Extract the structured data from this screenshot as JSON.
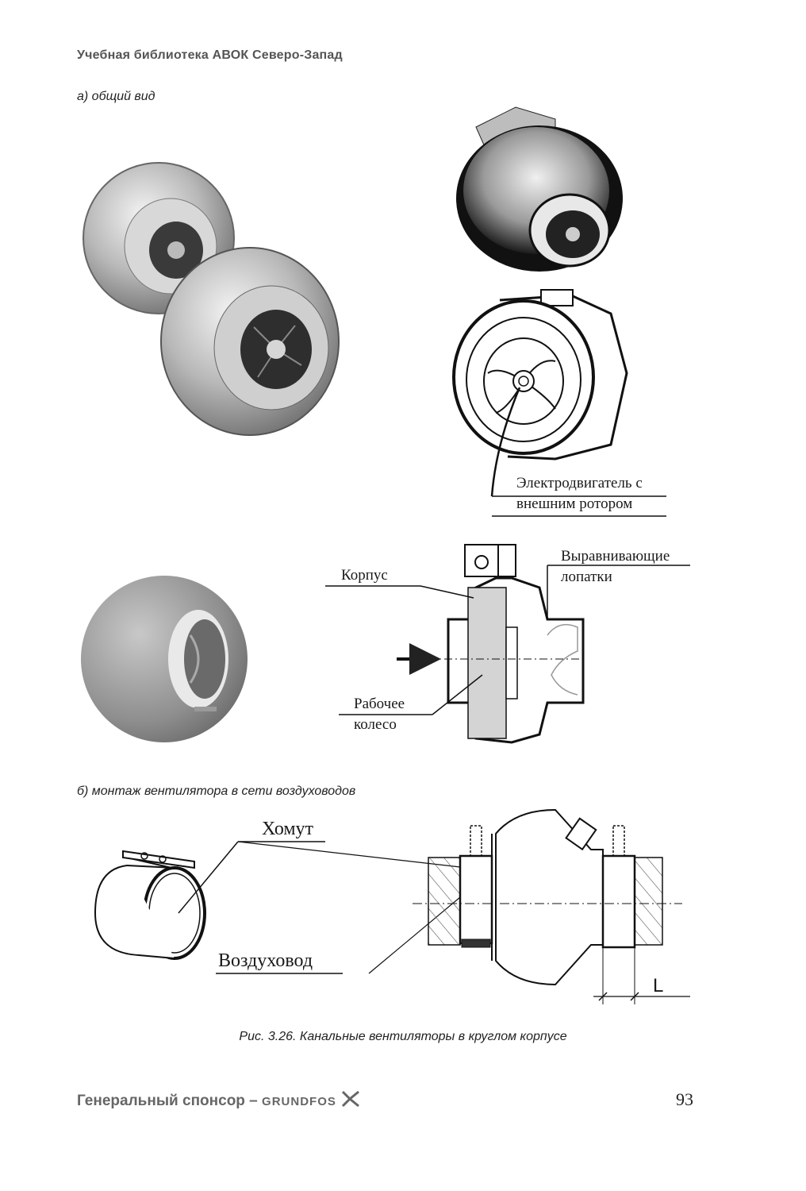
{
  "header": {
    "title": "Учебная библиотека АВОК Северо-Запад"
  },
  "sections": {
    "a": "а) общий вид",
    "b": "б) монтаж вентилятора в сети воздуховодов"
  },
  "labels": {
    "motor_line1": "Электродвигатель с",
    "motor_line2": "внешним ротором",
    "korpus": "Корпус",
    "vanes_line1": "Выравнивающие",
    "vanes_line2": "лопатки",
    "wheel_line1": "Рабочее",
    "wheel_line2": "колесо",
    "khomut": "Хомут",
    "duct": "Воздуховод",
    "dim_L": "L"
  },
  "caption": "Рис. 3.26. Канальные вентиляторы в круглом корпусе",
  "footer": {
    "sponsor": "Генеральный спонсор –",
    "brand": "GRUNDFOS",
    "page_number": "93"
  },
  "icons": [
    "grundfos-logo-icon"
  ]
}
